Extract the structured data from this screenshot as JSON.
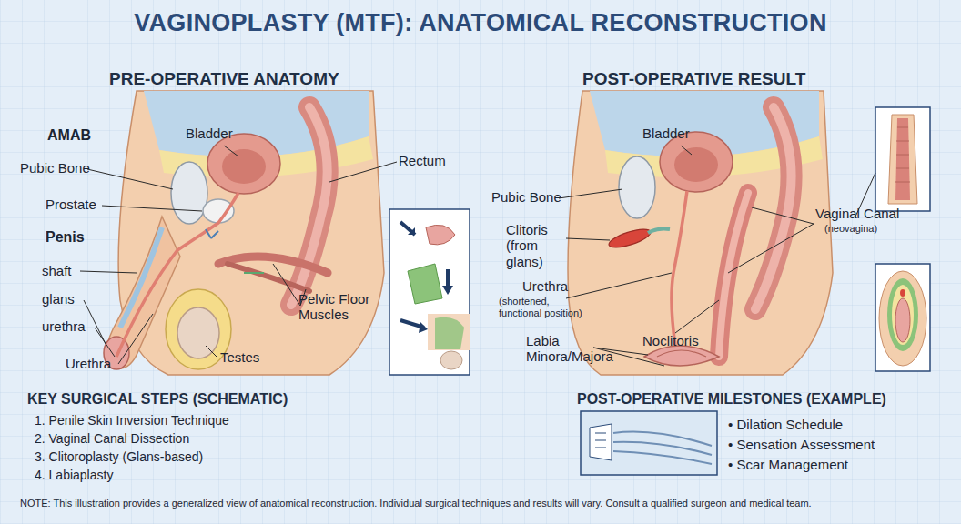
{
  "diagram": {
    "title": "VAGINOPLASTY (MTF): ANATOMICAL RECONSTRUCTION",
    "labels": [
      "PRE-OPERATIVE ANATOMY",
      "POST-OPERATIVE RESULT",
      "AMAB",
      "Pubic Bone",
      "Prostate",
      "Penis",
      "shaft",
      "glans",
      "urethra",
      "Urethra",
      "Bladder",
      "Rectum",
      "Pelvic Floor Muscles",
      "Testes",
      "Bladder",
      "Pubic Bone",
      "Clitoris (from glans)",
      "Urethra",
      "(shortened, functional position)",
      "Labia Minora/Majora",
      "Noclitoris",
      "Vaginal Canal",
      "(neovagina)",
      "KEY SURGICAL STEPS (SCHEMATIC)",
      "1. Penile Skin Inversion Technique",
      "2. Vaginal Canal Dissection",
      "3. Clitoroplasty (Glans-based)",
      "4. Labiaplasty",
      "POST-OPERATIVE MILESTONES (EXAMPLE)",
      "• Dilation Schedule",
      "• Sensation Assessment",
      "• Scar Management",
      "NOTE: This illustration provides a generalized view of anatomical reconstruction. Individual surgical techniques and results will vary. Consult a qualified surgeon and medical team."
    ]
  }
}
